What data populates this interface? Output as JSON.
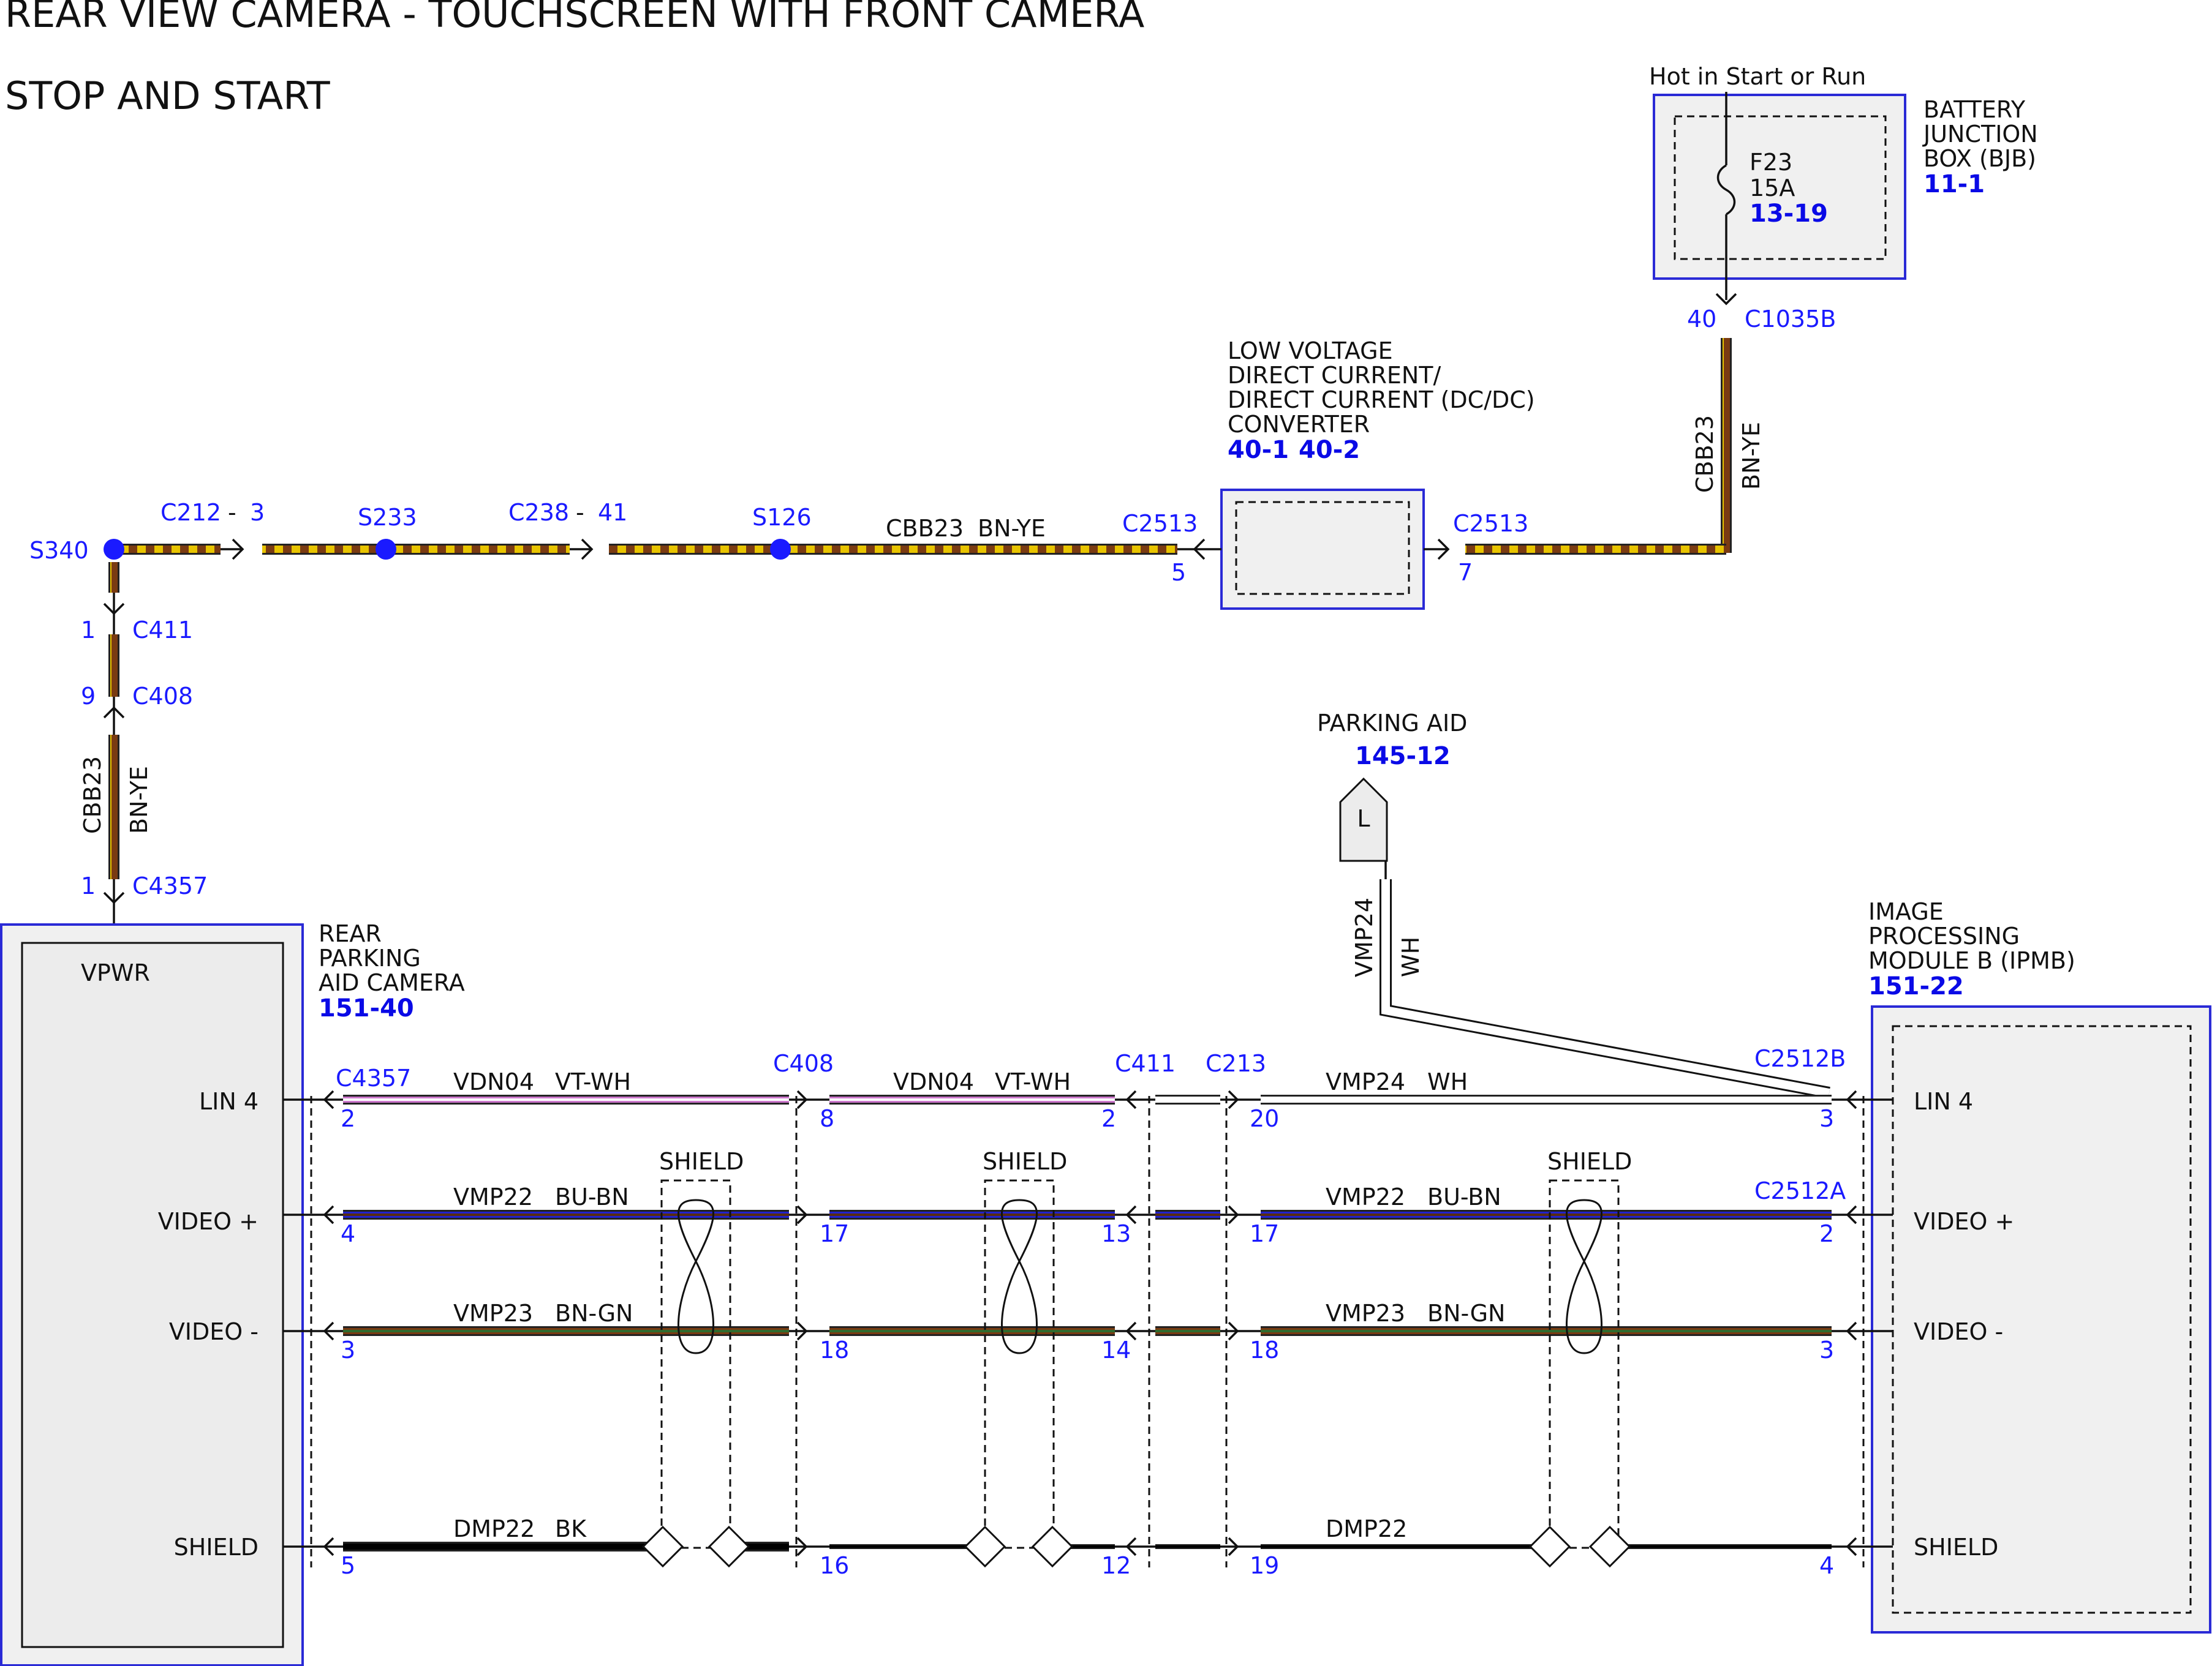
{
  "title": "REAR VIEW CAMERA - TOUCHSCREEN WITH FRONT CAMERA",
  "subtitle": "STOP AND START",
  "colors": {
    "BN-YE": [
      "#7a3b12",
      "#e8c400"
    ],
    "VT-WH": [
      "#cc77cc",
      "#ffffff"
    ],
    "BU-BN": [
      "#2222cc",
      "#5a2d10"
    ],
    "BN-GN": [
      "#7a3b12",
      "#2f6b2f"
    ],
    "WH": [
      "#ffffff",
      "#ffffff"
    ],
    "BK": [
      "#000000",
      "#000000"
    ],
    "label_blue": "#1a1aff"
  },
  "bjb": {
    "hot_label": "Hot in Start or Run",
    "name": "BATTERY JUNCTION BOX (BJB)",
    "name_lines": [
      "BATTERY",
      "JUNCTION",
      "BOX (BJB)"
    ],
    "ref": "11-1",
    "fuse": "F23",
    "fuse_rating": "15A",
    "fuse_ref": "13-19",
    "pin": "40",
    "connector": "C1035B"
  },
  "dcdc": {
    "name_lines": [
      "LOW VOLTAGE",
      "DIRECT CURRENT/",
      "DIRECT CURRENT (DC/DC)",
      "CONVERTER"
    ],
    "refs": [
      "40-1",
      "40-2"
    ],
    "left_connector": "C2513",
    "left_pin": "5",
    "right_connector": "C2513",
    "right_pin": "7"
  },
  "power_wire": {
    "circuit": "CBB23",
    "color": "BN-YE",
    "splices": [
      "S340",
      "S233",
      "S126"
    ],
    "inline": [
      {
        "connector": "C212",
        "sep": "-",
        "pin": "3"
      },
      {
        "connector": "C238",
        "sep": "-",
        "pin": "41"
      }
    ],
    "vertical": [
      {
        "pin": "1",
        "connector": "C411"
      },
      {
        "pin": "9",
        "connector": "C408"
      },
      {
        "pin": "1",
        "connector": "C4357"
      }
    ]
  },
  "camera": {
    "name_lines": [
      "REAR",
      "PARKING",
      "AID CAMERA"
    ],
    "ref": "151-40",
    "pins": [
      "VPWR",
      "LIN 4",
      "VIDEO +",
      "VIDEO -",
      "SHIELD"
    ]
  },
  "ipmb": {
    "name_lines": [
      "IMAGE",
      "PROCESSING",
      "MODULE B (IPMB)"
    ],
    "ref": "151-22",
    "pins": [
      "LIN 4",
      "VIDEO +",
      "VIDEO -",
      "SHIELD"
    ]
  },
  "parking_aid": {
    "name": "PARKING AID",
    "ref": "145-12",
    "tag": "L",
    "circuit": "VMP24",
    "color": "WH"
  },
  "connectors": {
    "c4357": "C4357",
    "c408": "C408",
    "c411": "C411",
    "c213": "C213",
    "c2512b": "C2512B",
    "c2512a": "C2512A"
  },
  "shield_label": "SHIELD",
  "signal_rows": [
    {
      "pins": [
        "2",
        "8",
        "2",
        "20",
        "3"
      ],
      "left_wire": {
        "circuit": "VDN04",
        "color": "VT-WH"
      },
      "mid_wire": {
        "circuit": "VDN04",
        "color": "VT-WH"
      },
      "right_wire": {
        "circuit": "VMP24",
        "color": "WH"
      }
    },
    {
      "pins": [
        "4",
        "17",
        "13",
        "17",
        "2"
      ],
      "left_wire": {
        "circuit": "VMP22",
        "color": "BU-BN"
      },
      "mid_wire": null,
      "right_wire": {
        "circuit": "VMP22",
        "color": "BU-BN"
      }
    },
    {
      "pins": [
        "3",
        "18",
        "14",
        "18",
        "3"
      ],
      "left_wire": {
        "circuit": "VMP23",
        "color": "BN-GN"
      },
      "mid_wire": null,
      "right_wire": {
        "circuit": "VMP23",
        "color": "BN-GN"
      }
    },
    {
      "pins": [
        "5",
        "16",
        "12",
        "19",
        "4"
      ],
      "left_wire": {
        "circuit": "DMP22",
        "color": "BK"
      },
      "mid_wire": null,
      "right_wire": {
        "circuit": "DMP22",
        "color": ""
      }
    }
  ]
}
